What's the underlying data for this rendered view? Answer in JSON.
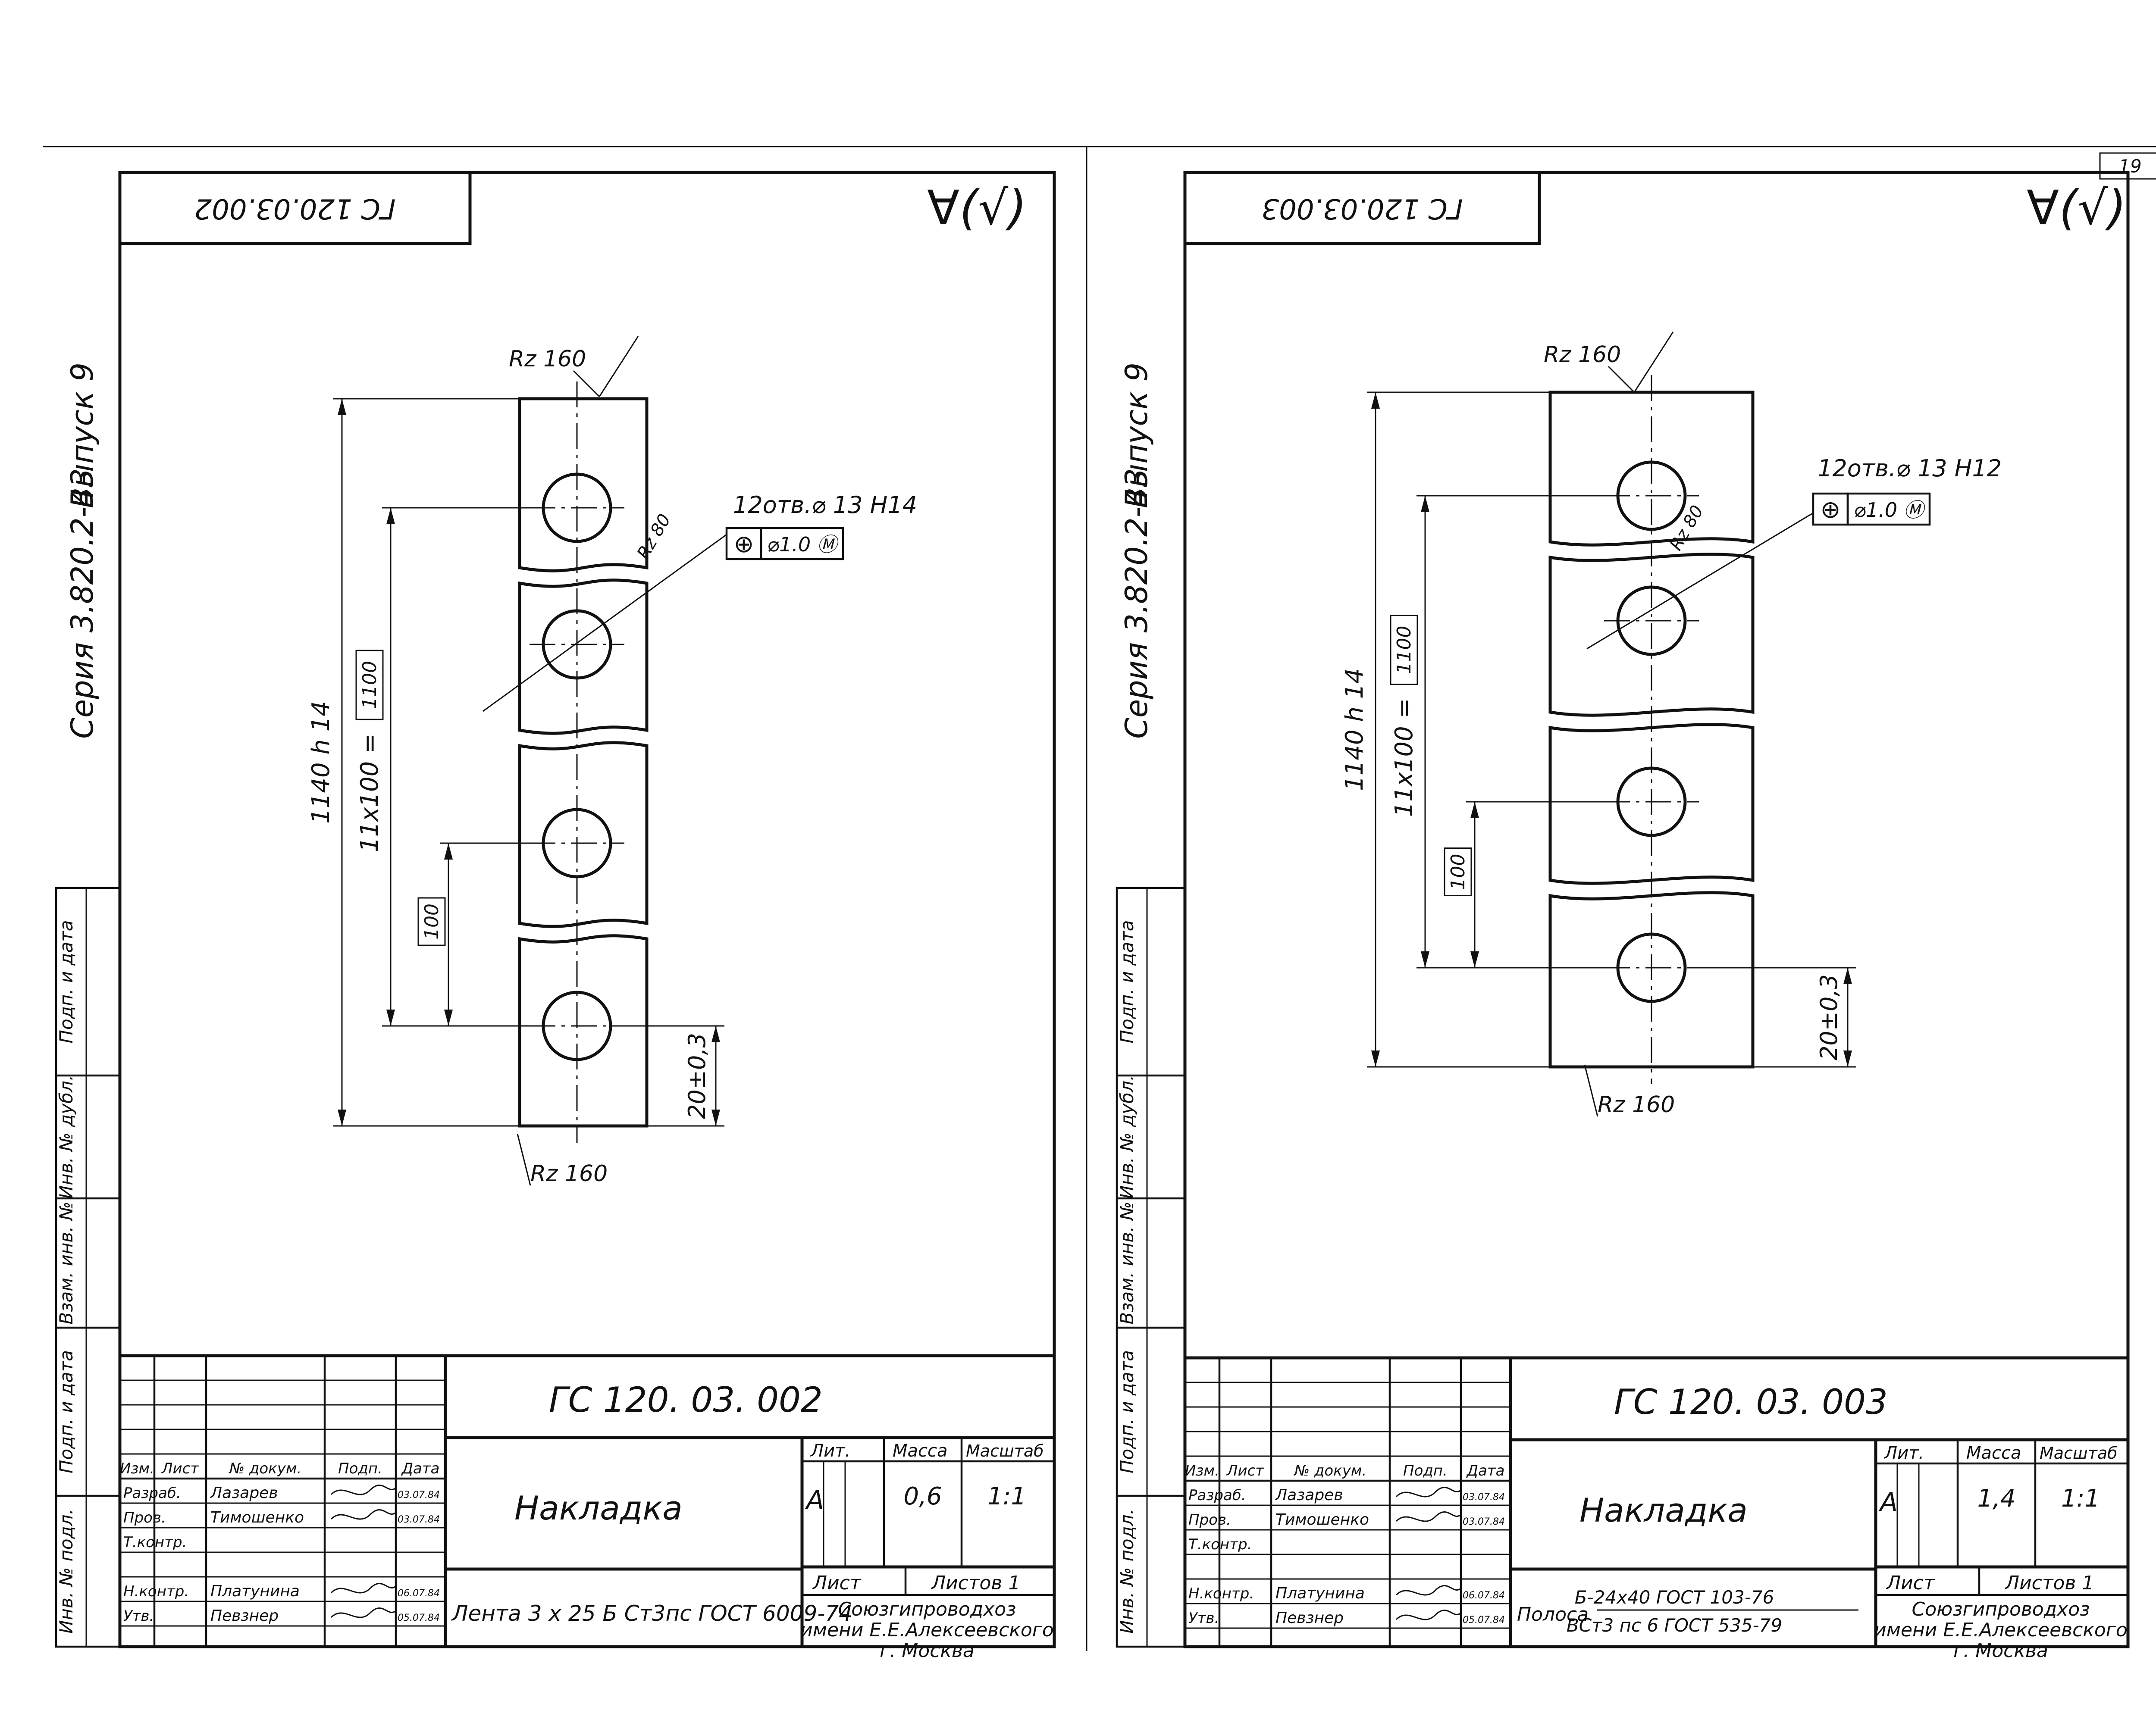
{
  "page_number": "19",
  "sheets": [
    {
      "code_mirrored": "ГС 120.03.002",
      "roughness_symbol": "∀(√)",
      "rz_top": "Rz 160",
      "rz_bottom": "Rz 160",
      "rz_hole": "Rz 80",
      "holes_note": "12отв.⌀ 13 H14",
      "tolerance_frame": [
        "⊕",
        "⌀1.0 Ⓜ"
      ],
      "dim_total": "1140 h 14",
      "dim_pitch": "11x100 =",
      "dim_pitch_box": "1100",
      "dim_step_box": "100",
      "dim_edge": "20±0,3",
      "series_text": "Серия 3.820.2-43",
      "issue_text": "Выпуск 9",
      "side_stamps": [
        "Подп. и дата",
        "Инв. № дубл.",
        "Взам. инв. №",
        "Подп. и дата",
        "Инв. № подл."
      ],
      "title": {
        "code": "ГС 120. 03. 002",
        "name": "Накладка",
        "headers": [
          "Изм.",
          "Лист",
          "№ докум.",
          "Подп.",
          "Дата"
        ],
        "rows": [
          [
            "Разраб.",
            "Лазарев",
            "03.07.84"
          ],
          [
            "Пров.",
            "Тимошенко",
            "03.07.84"
          ],
          [
            "Т.контр.",
            "",
            ""
          ],
          [
            "",
            "",
            ""
          ],
          [
            "Н.контр.",
            "Платунина",
            "06.07.84"
          ],
          [
            "Утв.",
            "Певзнер",
            "05.07.84"
          ]
        ],
        "lit_label": "Лит.",
        "mass_label": "Масса",
        "scale_label": "Масштаб",
        "lit_value": "А",
        "mass_value": "0,6",
        "scale_value": "1:1",
        "sheet_label": "Лист",
        "sheets_label": "Листов 1",
        "material": "Лента 3 х 25 Б Ст3пс ГОСТ 6009-74",
        "material_lines": [],
        "org_lines": [
          "Союзгипроводхоз",
          "имени Е.Е.Алексеевского",
          "г. Москва"
        ]
      }
    },
    {
      "code_mirrored": "ГС 120.03.003",
      "roughness_symbol": "∀(√)",
      "rz_top": "Rz 160",
      "rz_bottom": "Rz 160",
      "rz_hole": "Rz 80",
      "holes_note": "12отв.⌀ 13 H12",
      "tolerance_frame": [
        "⊕",
        "⌀1.0 Ⓜ"
      ],
      "dim_total": "1140 h 14",
      "dim_pitch": "11x100 =",
      "dim_pitch_box": "1100",
      "dim_step_box": "100",
      "dim_edge": "20±0,3",
      "series_text": "Серия 3.820.2-43",
      "issue_text": "Выпуск 9",
      "side_stamps": [
        "Подп. и дата",
        "Инв. № дубл.",
        "Взам. инв. №",
        "Подп. и дата",
        "Инв. № подл."
      ],
      "title": {
        "code": "ГС 120. 03. 003",
        "name": "Накладка",
        "headers": [
          "Изм.",
          "Лист",
          "№ докум.",
          "Подп.",
          "Дата"
        ],
        "rows": [
          [
            "Разраб.",
            "Лазарев",
            "03.07.84"
          ],
          [
            "Пров.",
            "Тимошенко",
            "03.07.84"
          ],
          [
            "Т.контр.",
            "",
            ""
          ],
          [
            "",
            "",
            ""
          ],
          [
            "Н.контр.",
            "Платунина",
            "06.07.84"
          ],
          [
            "Утв.",
            "Певзнер",
            "05.07.84"
          ]
        ],
        "lit_label": "Лит.",
        "mass_label": "Масса",
        "scale_label": "Масштаб",
        "lit_value": "А",
        "mass_value": "1,4",
        "scale_value": "1:1",
        "sheet_label": "Лист",
        "sheets_label": "Листов 1",
        "material": "Полоса",
        "material_lines": [
          "Б-24x40 ГОСТ 103-76",
          "ВСт3 пс 6 ГОСТ 535-79"
        ],
        "org_lines": [
          "Союзгипроводхоз",
          "имени Е.Е.Алексеевского",
          "г. Москва"
        ]
      }
    }
  ]
}
